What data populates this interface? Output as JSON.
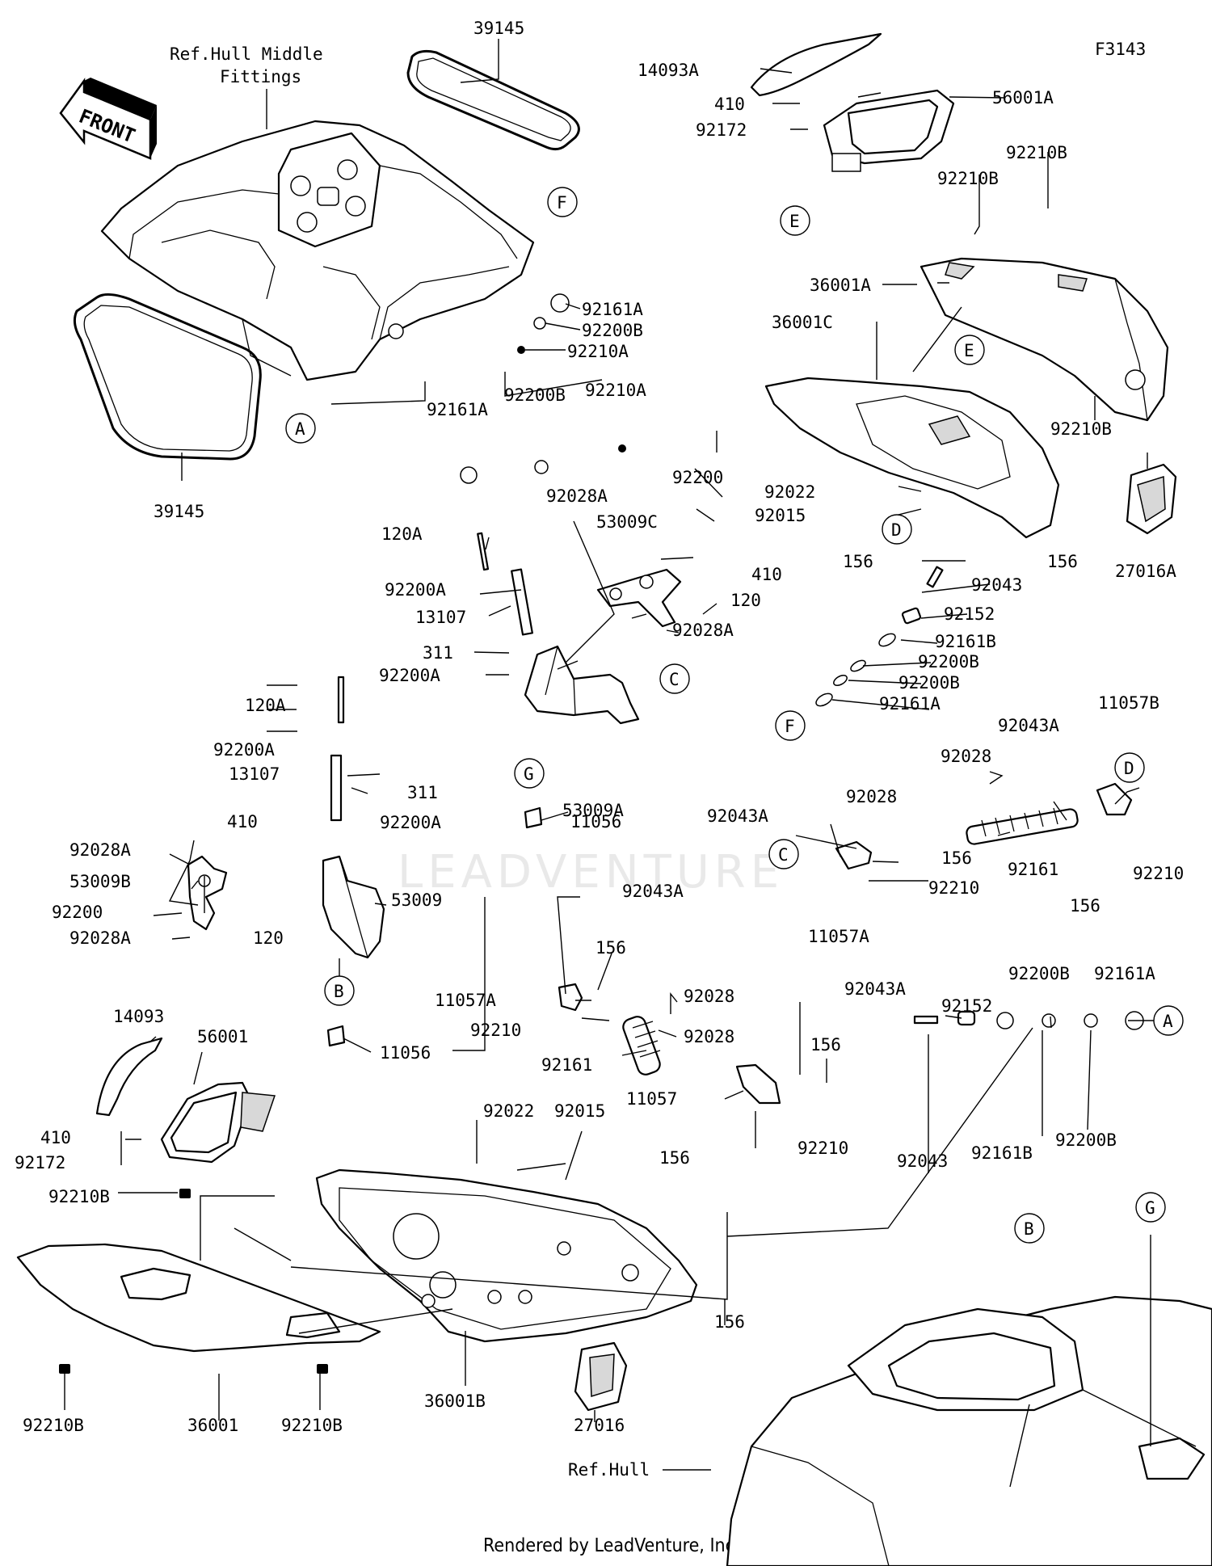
{
  "figure_id": "F3143",
  "footer": "Rendered by LeadVenture, Inc.",
  "watermark": "LEADVENTURE",
  "front_arrow_label": "FRONT",
  "references": [
    "Ref.Hull Middle",
    "Fittings",
    "Ref.Hull"
  ],
  "callouts": {
    "A1": "A",
    "A2": "A",
    "B1": "B",
    "B2": "B",
    "C1": "C",
    "C2": "C",
    "D1": "D",
    "D2": "D",
    "E1": "E",
    "E2": "E",
    "F1": "F",
    "F2": "F",
    "G1": "G",
    "G2": "G"
  },
  "labels": {
    "p39145_top": "39145",
    "p39145_bot": "39145",
    "p14093A": "14093A",
    "p410_a": "410",
    "p92172_a": "92172",
    "p56001A": "56001A",
    "p92210B_a": "92210B",
    "p92210B_b": "92210B",
    "p36001A": "36001A",
    "p36001C": "36001C",
    "p92210B_c": "92210B",
    "p27016A": "27016A",
    "p92161A_a": "92161A",
    "p92200B_a": "92200B",
    "p92210A_a": "92210A",
    "p92161A_b": "92161A",
    "p92200B_b": "92200B",
    "p92210A_b": "92210A",
    "p92028A_a": "92028A",
    "p53009C": "53009C",
    "p92200_a": "92200",
    "p120A_a": "120A",
    "p92200A_a": "92200A",
    "p13107_a": "13107",
    "p410_b": "410",
    "p120_a": "120",
    "p92028A_b": "92028A",
    "p311_a": "311",
    "p92200A_b": "92200A",
    "p53009A": "53009A",
    "p11056_a": "11056",
    "p92022_a": "92022",
    "p92015_a": "92015",
    "p156_a": "156",
    "p156_b": "156",
    "p92043_a": "92043",
    "p92152_a": "92152",
    "p92161B_a": "92161B",
    "p92200B_c": "92200B",
    "p92200B_d": "92200B",
    "p92161A_c": "92161A",
    "p120A_b": "120A",
    "p92200A_c": "92200A",
    "p13107_b": "13107",
    "p311_b": "311",
    "p92200A_d": "92200A",
    "p92028A_c": "92028A",
    "p410_c": "410",
    "p53009B": "53009B",
    "p92200_b": "92200",
    "p120_b": "120",
    "p92028A_d": "92028A",
    "p53009": "53009",
    "p11056_b": "11056",
    "p92043A_a": "92043A",
    "p11057B": "11057B",
    "p92028_a": "92028",
    "p92028_b": "92028",
    "p92043A_b": "92043A",
    "p156_c": "156",
    "p92210_a": "92210",
    "p11057A_a": "11057A",
    "p92161_a": "92161",
    "p92210_b": "92210",
    "p156_d": "156",
    "p92043A_c": "92043A",
    "p156_e": "156",
    "p11057A_b": "11057A",
    "p92028_c": "92028",
    "p92210_c": "92210",
    "p92028_d": "92028",
    "p92161_b": "92161",
    "p92043A_d": "92043A",
    "p156_f": "156",
    "p11057": "11057",
    "p92210_d": "92210",
    "p92152_b": "92152",
    "p92200B_e": "92200B",
    "p92161A_d": "92161A",
    "p92043_b": "92043",
    "p92161B_b": "92161B",
    "p92200B_f": "92200B",
    "p14093": "14093",
    "p56001": "56001",
    "p410_d": "410",
    "p92172_b": "92172",
    "p92022_b": "92022",
    "p92015_b": "92015",
    "p156_g": "156",
    "p92210B_d": "92210B",
    "p156_h": "156",
    "p92210B_e": "92210B",
    "p36001": "36001",
    "p92210B_f": "92210B",
    "p36001B": "36001B",
    "p27016": "27016"
  }
}
